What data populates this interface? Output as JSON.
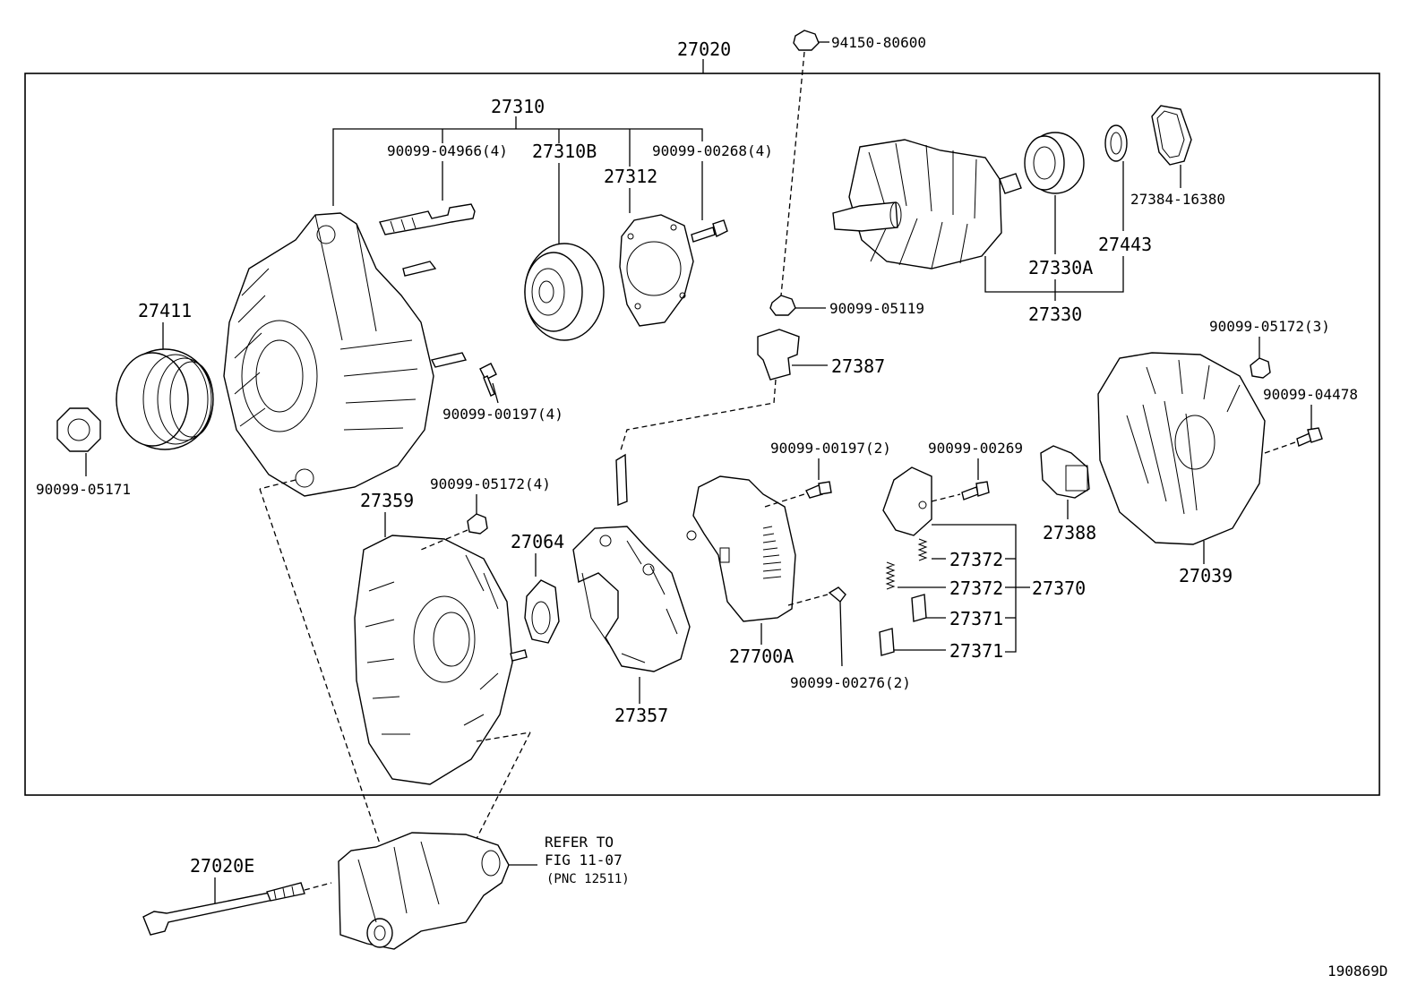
{
  "diagram": {
    "assembly_label": "27020",
    "figure_id": "190869D",
    "refer_note": {
      "line1": "REFER TO",
      "line2": "FIG 11-07",
      "line3": "(PNC 12511)"
    },
    "labels": {
      "p94150_80600": "94150-80600",
      "p27310": "27310",
      "p90099_04966": "90099-04966(4)",
      "p27310B": "27310B",
      "p27312": "27312",
      "p90099_00268": "90099-00268(4)",
      "p27384_16380": "27384-16380",
      "p27443": "27443",
      "p27330A": "27330A",
      "p27330": "27330",
      "p27411": "27411",
      "p90099_05171": "90099-05171",
      "p90099_00197_4": "90099-00197(4)",
      "p90099_05119": "90099-05119",
      "p27387": "27387",
      "p90099_05172_3": "90099-05172(3)",
      "p90099_04478": "90099-04478",
      "p90099_00197_2": "90099-00197(2)",
      "p90099_00269": "90099-00269",
      "p27388": "27388",
      "p27039": "27039",
      "p27359": "27359",
      "p90099_05172_4": "90099-05172(4)",
      "p27064": "27064",
      "p27357": "27357",
      "p27700A": "27700A",
      "p90099_00276": "90099-00276(2)",
      "p27372_a": "27372",
      "p27372_b": "27372",
      "p27370": "27370",
      "p27371_a": "27371",
      "p27371_b": "27371",
      "p27020E": "27020E"
    }
  }
}
